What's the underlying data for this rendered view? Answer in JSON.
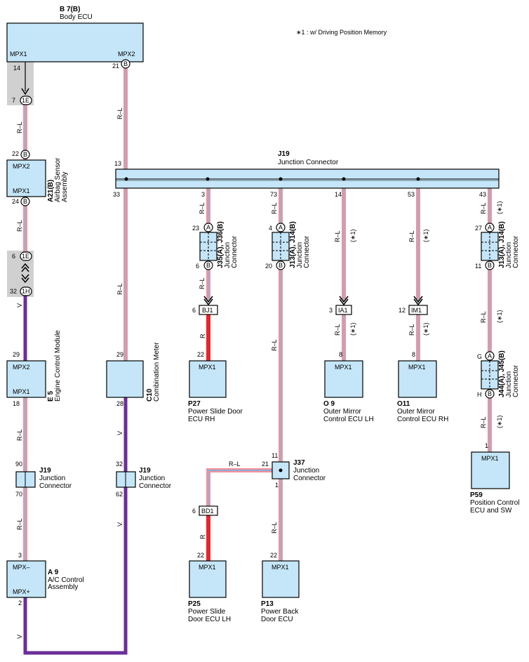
{
  "note": "∗1 : w/ Driving Position Memory",
  "colors": {
    "box": "#c5e6f8",
    "red": "#e8242c",
    "blue": "#6a8fd0",
    "purple": "#6b2e9a",
    "gray": "#d0d0d0"
  },
  "body_ecu": {
    "code": "B 7(B)",
    "name": "Body ECU",
    "mpx1": "MPX1",
    "mpx2": "MPX2",
    "pin_left": "14",
    "pin_right": "21",
    "pin_right_conn": "B"
  },
  "conn_1e_top": {
    "code": "1E",
    "left_pin": "7"
  },
  "wire_r_l": "R–L",
  "wire_r": "R",
  "wire_v": "V",
  "marker_1": "(∗1)",
  "airbag": {
    "code": "A21(B)",
    "name_line1": "Airbag Sensor",
    "name_line2": "Assembly",
    "mpx2": "MPX2",
    "mpx1": "MPX1",
    "pin_top": "22",
    "pin_bottom": "24",
    "conn": "B"
  },
  "conn_1e_mid": {
    "code": "1E",
    "pin": "6"
  },
  "conn_1h": {
    "code": "1H",
    "pin": "32"
  },
  "engine": {
    "code": "E 5",
    "name": "Engine Control Module",
    "mpx2": "MPX2",
    "mpx1": "MPX1",
    "pin_top": "29",
    "pin_bottom": "18"
  },
  "j19_left": {
    "code": "J19",
    "line1": "Junction",
    "line2": "Connector",
    "pin_top": "90",
    "pin_bottom": "70"
  },
  "ac": {
    "code": "A 9",
    "line1": "A/C Control",
    "line2": "Assembly",
    "mpx_minus": "MPX–",
    "mpx_plus": "MPX+",
    "pin_top": "3",
    "pin_bottom": "2"
  },
  "j19_main": {
    "code": "J19",
    "name": "Junction Connector",
    "pin_13": "13",
    "pin_33": "33",
    "pin_3": "3",
    "pin_73": "73",
    "pin_14": "14",
    "pin_53": "53",
    "pin_43": "43"
  },
  "meter": {
    "code": "C10",
    "name": "Combination Meter",
    "pin_top": "29",
    "pin_bottom": "28"
  },
  "j19_meter": {
    "code": "J19",
    "line1": "Junction",
    "line2": "Connector",
    "pin_top": "32",
    "pin_bottom": "62"
  },
  "j35": {
    "code": "J35(A), J36(B)",
    "line1": "Junction",
    "line2": "Connector",
    "pin_a": "23",
    "pin_b": "6",
    "conn_a": "A",
    "conn_b": "B"
  },
  "bj1": {
    "code": "BJ1",
    "pin": "6"
  },
  "p27": {
    "code": "P27",
    "line1": "Power Slide Door",
    "line2": "ECU RH",
    "pin": "22",
    "mpx": "MPX1"
  },
  "j13_mid": {
    "code": "J13(A), J14(B)",
    "line1": "Junction",
    "line2": "Connector",
    "pin_a": "4",
    "pin_b": "20",
    "conn_a": "A",
    "conn_b": "B"
  },
  "ia1": {
    "code": "IA1",
    "pin": "3"
  },
  "o9": {
    "code": "O 9",
    "line1": "Outer Mirror",
    "line2": "Control ECU LH",
    "pin": "8",
    "mpx": "MPX1"
  },
  "im1": {
    "code": "IM1",
    "pin": "12"
  },
  "o11": {
    "code": "O11",
    "line1": "Outer Mirror",
    "line2": "Control ECU RH",
    "pin": "8",
    "mpx": "MPX1"
  },
  "j13_right": {
    "code": "J13(A), J14(B)",
    "line1": "Junction",
    "line2": "Connector",
    "pin_a": "27",
    "pin_b": "11",
    "conn_a": "A",
    "conn_b": "B"
  },
  "j44": {
    "code": "J44(A), J45(B)",
    "line1": "Junction",
    "line2": "Connector",
    "pin_a": "G",
    "pin_b": "H",
    "conn_a": "A",
    "conn_b": "B"
  },
  "p59": {
    "code": "P59",
    "line1": "Position Control",
    "line2": "ECU and SW",
    "pin": "1",
    "mpx": "MPX1"
  },
  "j37": {
    "code": "J37",
    "line1": "Junction",
    "line2": "Connector",
    "pin_top": "11",
    "pin_left": "21",
    "pin_bottom": "1"
  },
  "bd1": {
    "code": "BD1",
    "pin": "6"
  },
  "p25": {
    "code": "P25",
    "line1": "Power Slide",
    "line2": "Door ECU LH",
    "pin": "22",
    "mpx": "MPX1"
  },
  "p13": {
    "code": "P13",
    "line1": "Power Back",
    "line2": "Door ECU",
    "pin": "22",
    "mpx": "MPX1"
  }
}
